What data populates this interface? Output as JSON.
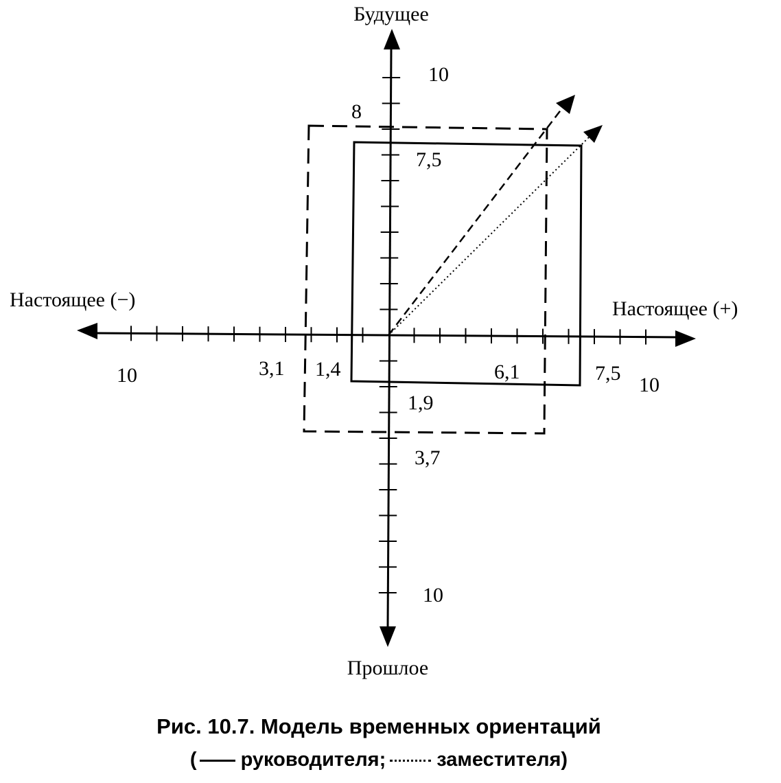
{
  "axis_labels": {
    "top": "Будущее",
    "bottom": "Прошлое",
    "left": "Настоящее (−)",
    "right": "Настоящее (+)"
  },
  "value_labels": {
    "top_max": "10",
    "bottom_max": "10",
    "left_max": "10",
    "right_max": "10",
    "dashed_top": "8",
    "dashed_left": "3,1",
    "dashed_right": "6,1",
    "dashed_bottom": "3,7",
    "solid_top": "7,5",
    "solid_left": "1,4",
    "solid_right": "7,5",
    "solid_bottom": "1,9"
  },
  "models": {
    "dashed": {
      "left": 3.1,
      "right": 6.1,
      "future": 8,
      "past": 3.7
    },
    "solid": {
      "left": 1.4,
      "right": 7.5,
      "future": 7.5,
      "past": 1.9
    }
  },
  "axis_max": 10,
  "caption": {
    "title": "Рис. 10.7. Модель временных ориентаций",
    "open_paren": "(",
    "solid_label": "руководителя;",
    "dotted_label": "заместителя)"
  }
}
